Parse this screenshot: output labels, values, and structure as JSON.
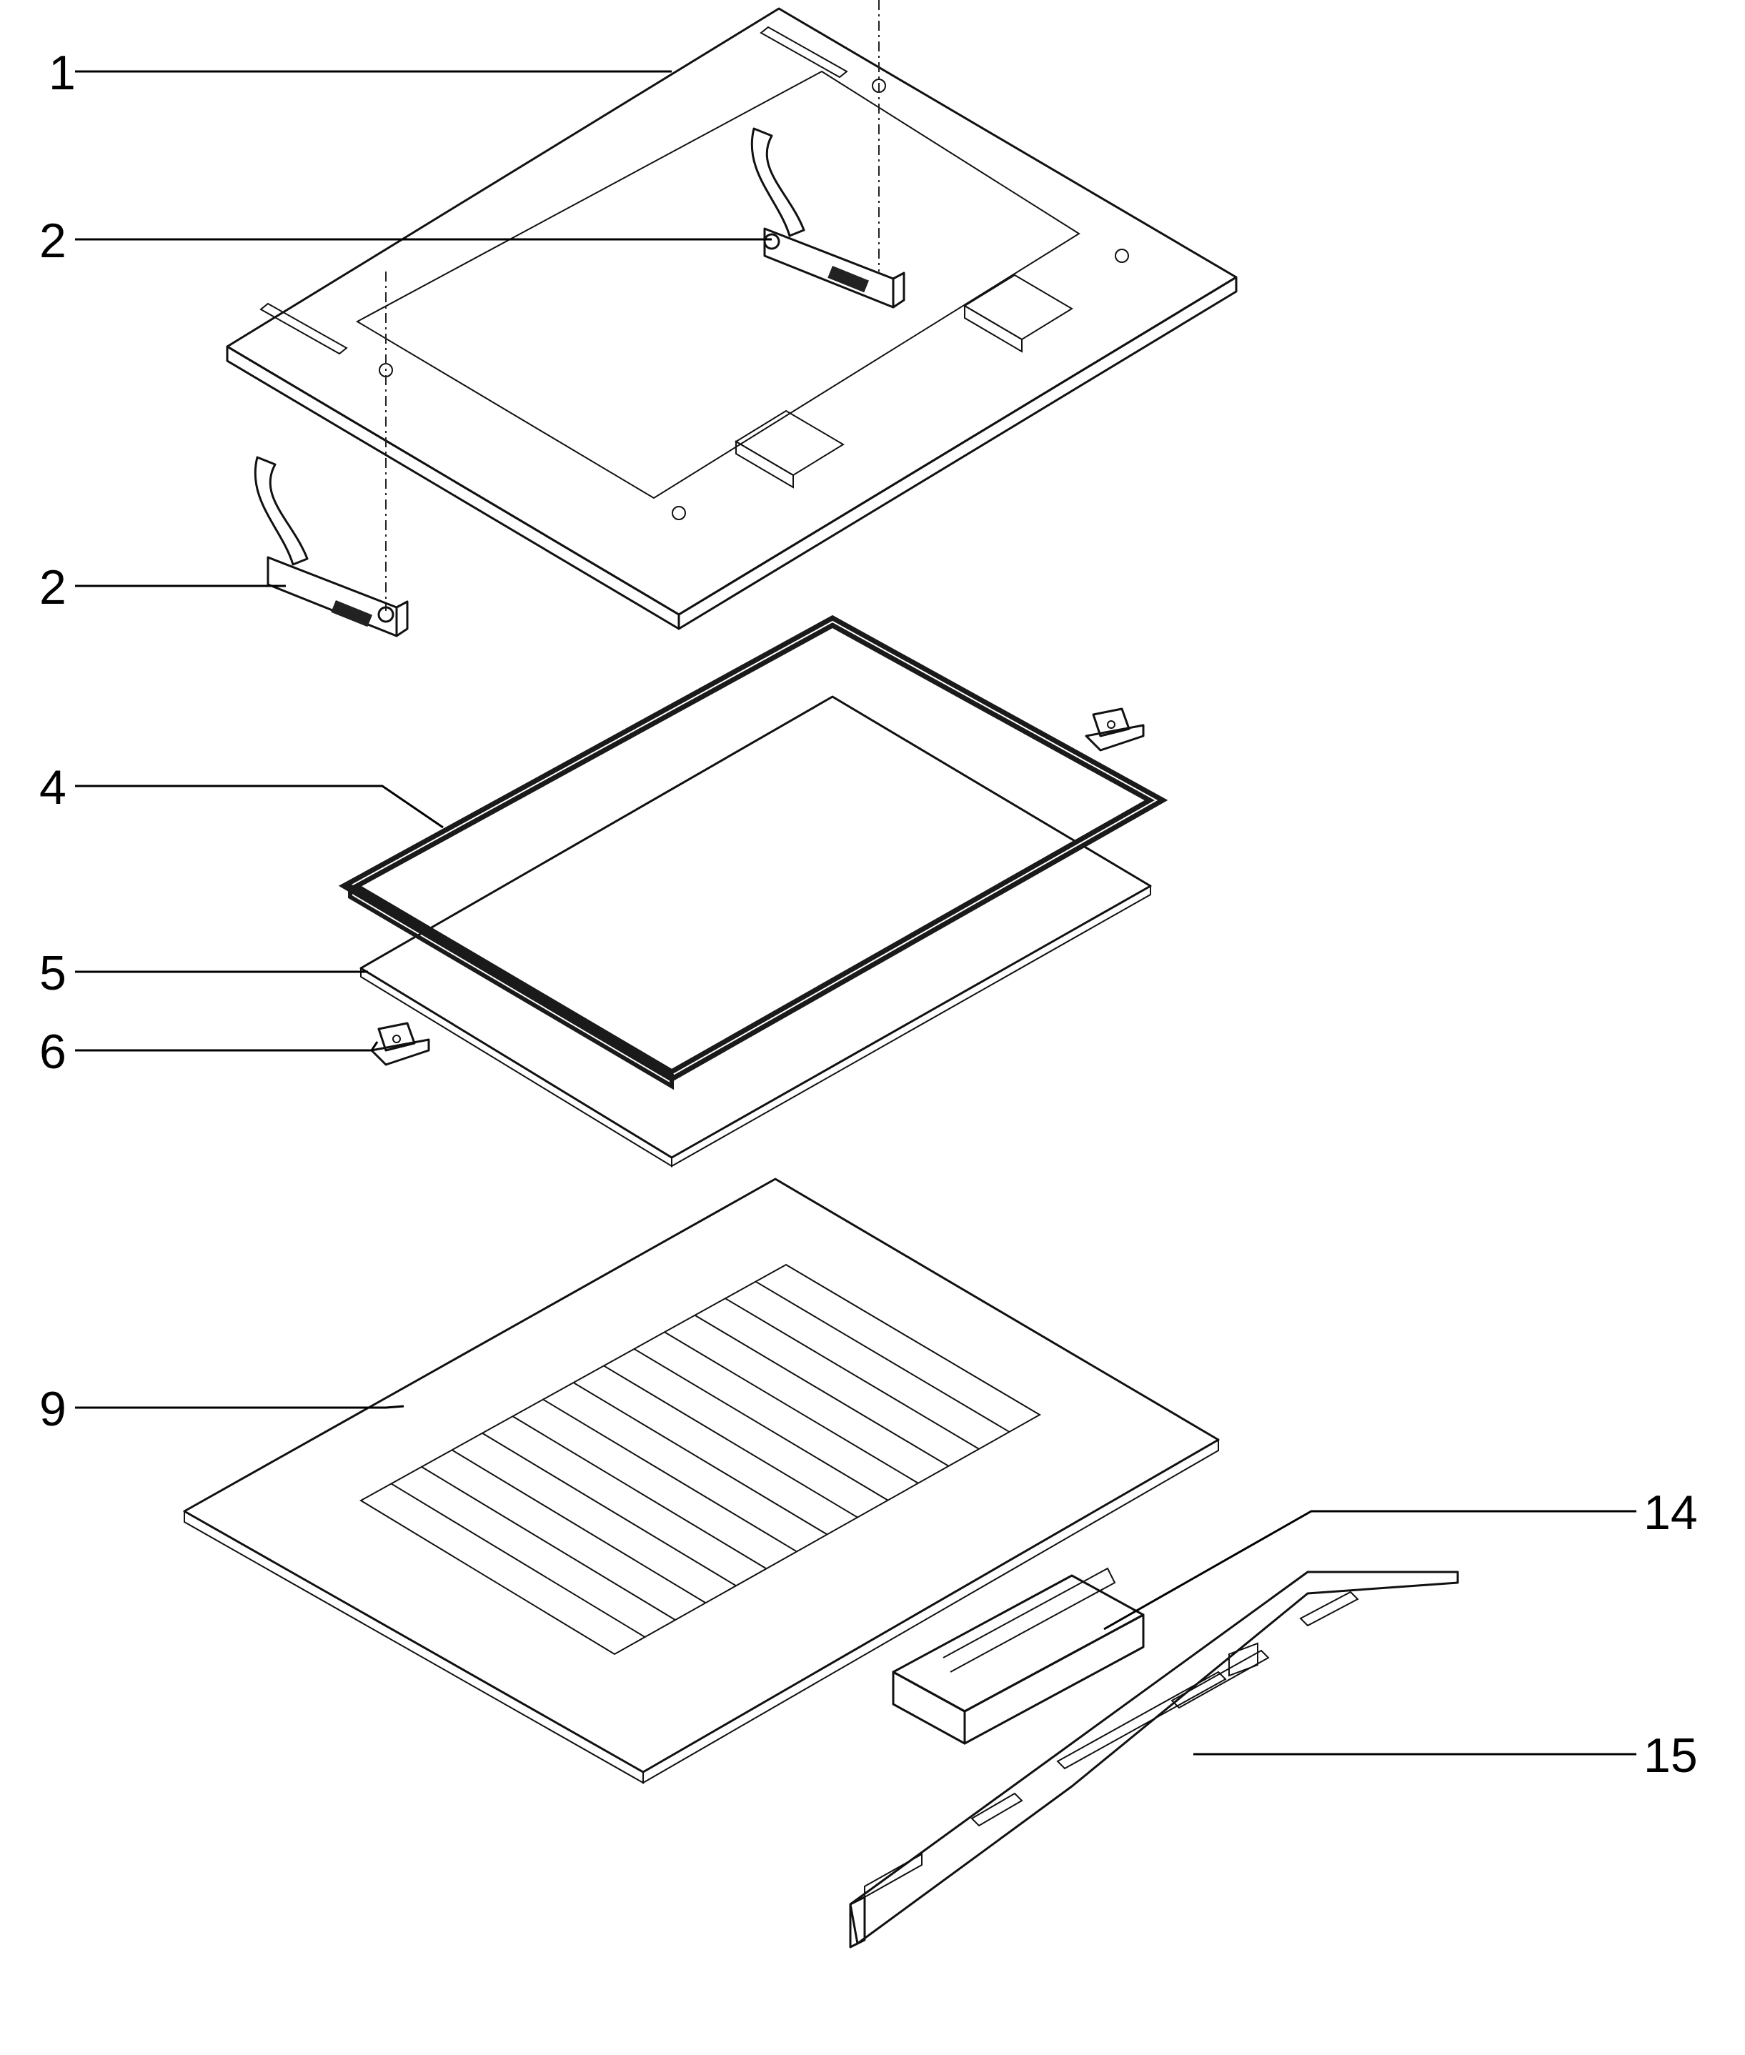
{
  "callouts": [
    {
      "id": "p1",
      "label": "1"
    },
    {
      "id": "p2a",
      "label": "2"
    },
    {
      "id": "p2b",
      "label": "2"
    },
    {
      "id": "p4",
      "label": "4"
    },
    {
      "id": "p5",
      "label": "5"
    },
    {
      "id": "p6",
      "label": "6"
    },
    {
      "id": "p9",
      "label": "9"
    },
    {
      "id": "p14",
      "label": "14"
    },
    {
      "id": "p15",
      "label": "15"
    }
  ],
  "colors": {
    "line": "#111111",
    "glass_fill": "#c9c9c9",
    "gasket": "#1a1a1a",
    "background": "#ffffff"
  }
}
